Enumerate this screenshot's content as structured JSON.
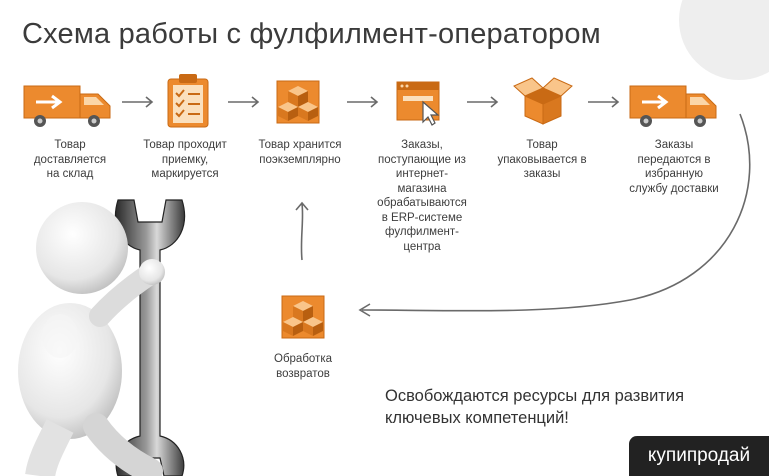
{
  "title": "Схема работы с фулфилмент-оператором",
  "colors": {
    "accent": "#ec8a2e",
    "accent_dark": "#c96a14",
    "arrow": "#6a6a6a",
    "text": "#3d3d3d"
  },
  "steps": [
    {
      "icon": "delivery-truck-icon",
      "label_lines": [
        "Товар",
        "доставляется",
        "на склад"
      ]
    },
    {
      "icon": "clipboard-checklist-icon",
      "label_lines": [
        "Товар проходит",
        "приемку,",
        "маркируется"
      ]
    },
    {
      "icon": "boxes-stack-icon",
      "label_lines": [
        "Товар хранится",
        "поэкземплярно"
      ]
    },
    {
      "icon": "browser-window-cursor-icon",
      "label_lines": [
        "Заказы,",
        "поступающие из",
        "интернет-",
        "магазина",
        "обрабатываются",
        "в ERP-системе",
        "фулфилмент-",
        "центра"
      ]
    },
    {
      "icon": "open-box-icon",
      "label_lines": [
        "Товар",
        "упаковывается в",
        "заказы"
      ]
    },
    {
      "icon": "delivery-truck-icon",
      "label_lines": [
        "Заказы",
        "передаются в",
        "избранную",
        "службу доставки"
      ]
    }
  ],
  "returns": {
    "icon": "boxes-stack-icon",
    "label_lines": [
      "Обработка",
      "возвратов"
    ]
  },
  "footer_lines": [
    "Освобождаются ресурсы для развития",
    "ключевых компетенций!"
  ],
  "watermark": "купипродай"
}
